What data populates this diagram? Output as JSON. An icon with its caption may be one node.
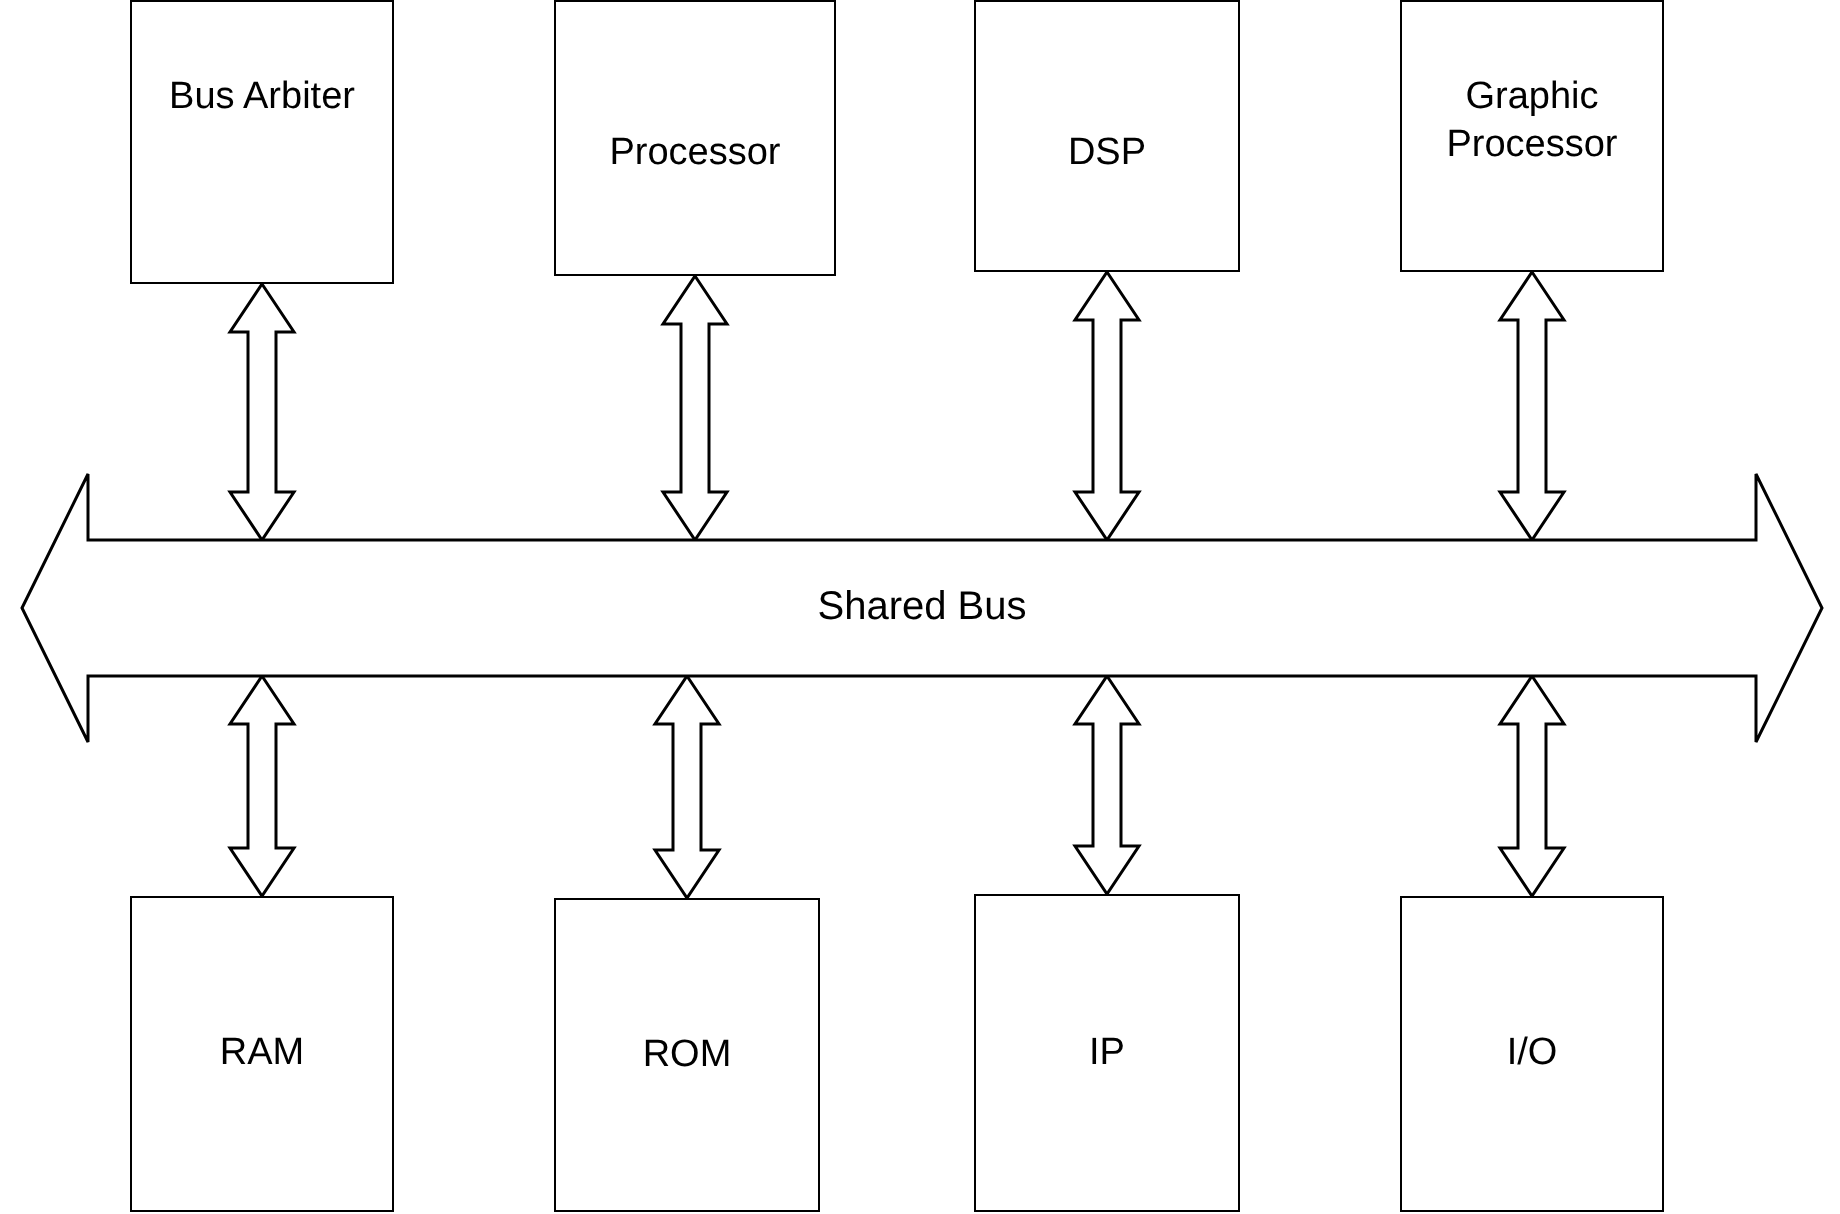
{
  "diagram": {
    "nodes": [
      {
        "text": [
          "Bus Arbiter"
        ]
      },
      {
        "text": [
          "Processor"
        ]
      },
      {
        "text": [
          "DSP"
        ]
      },
      {
        "text": [
          "Graphic Processor"
        ]
      },
      {
        "text": [
          "Shared Bus"
        ]
      },
      {
        "text": [
          "RAM"
        ]
      },
      {
        "text": [
          "ROM"
        ]
      },
      {
        "text": [
          "IP"
        ]
      },
      {
        "text": [
          "I/O"
        ]
      }
    ],
    "edges": [
      {
        "from": 0,
        "to": 4,
        "arrow": "both"
      },
      {
        "from": 1,
        "to": 4,
        "arrow": "both"
      },
      {
        "from": 2,
        "to": 4,
        "arrow": "both"
      },
      {
        "from": 3,
        "to": 4,
        "arrow": "both"
      },
      {
        "from": 4,
        "to": 5,
        "arrow": "both"
      },
      {
        "from": 4,
        "to": 6,
        "arrow": "both"
      },
      {
        "from": 4,
        "to": 7,
        "arrow": "both"
      },
      {
        "from": 4,
        "to": 8,
        "arrow": "both"
      }
    ]
  }
}
